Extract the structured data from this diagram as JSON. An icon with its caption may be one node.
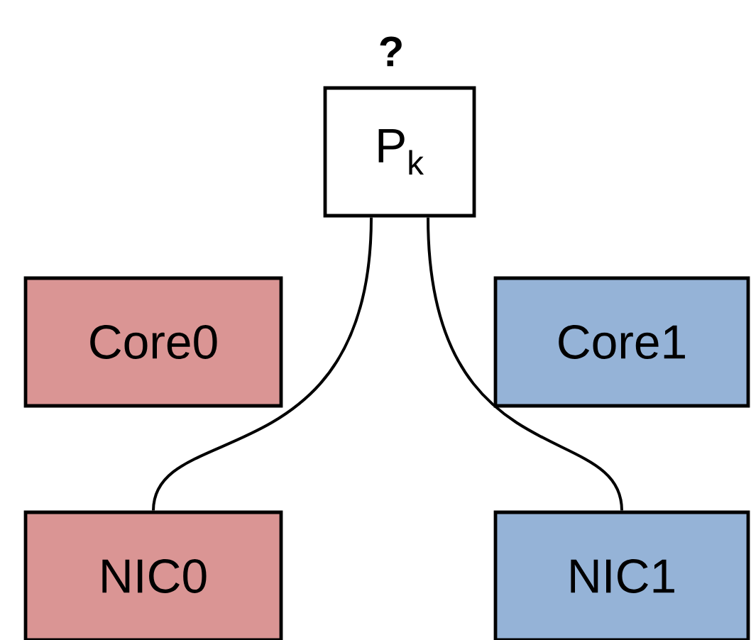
{
  "diagram": {
    "nodes": [
      {
        "text": [
          "P$_{k}$"
        ],
        "beside": [
          "?"
        ]
      },
      {
        "text": [
          "Core0"
        ]
      },
      {
        "text": [
          "Core1"
        ]
      },
      {
        "text": [
          "NIC0"
        ]
      },
      {
        "text": [
          "NIC1"
        ]
      }
    ],
    "edges": [
      {
        "from": 0,
        "to": 3,
        "arrow": "none"
      },
      {
        "from": 0,
        "to": 4,
        "arrow": "none"
      }
    ]
  }
}
